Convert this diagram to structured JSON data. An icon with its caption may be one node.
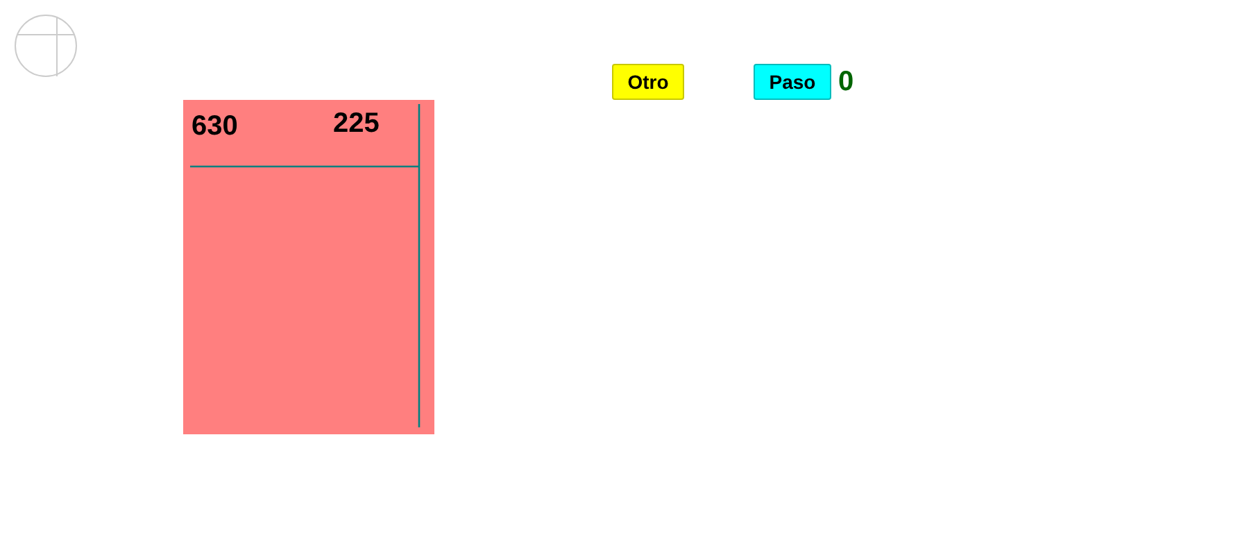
{
  "diagram": {
    "nodes": [
      {
        "text": [
          "630",
          "225"
        ]
      }
    ],
    "labels": [
      "Otro",
      "Paso",
      "0"
    ]
  }
}
